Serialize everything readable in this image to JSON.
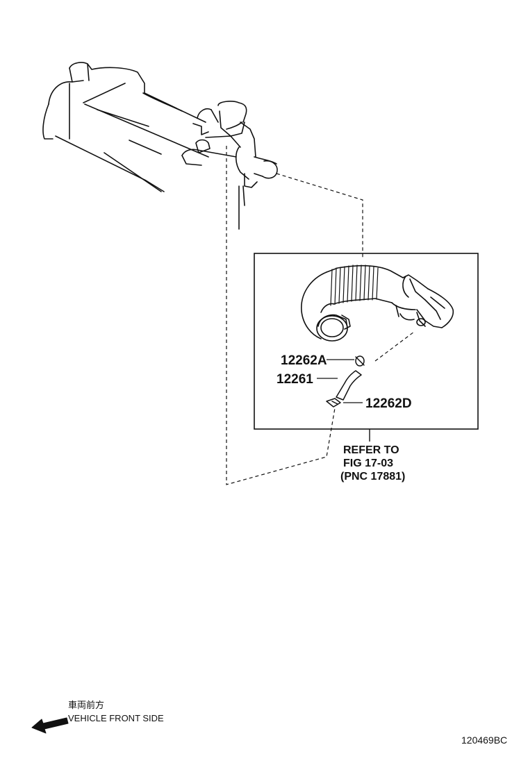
{
  "parts": [
    {
      "number": "12262A"
    },
    {
      "number": "12261"
    },
    {
      "number": "12262D"
    }
  ],
  "reference": {
    "line1": "REFER TO",
    "line2": "FIG 17-03",
    "line3": "(PNC 17881)"
  },
  "direction": {
    "japanese": "車両前方",
    "english": "VEHICLE FRONT SIDE",
    "icon": "left-arrow-icon"
  },
  "figure_code": "120469BC",
  "colors": {
    "line": "#111111",
    "background": "#ffffff"
  }
}
